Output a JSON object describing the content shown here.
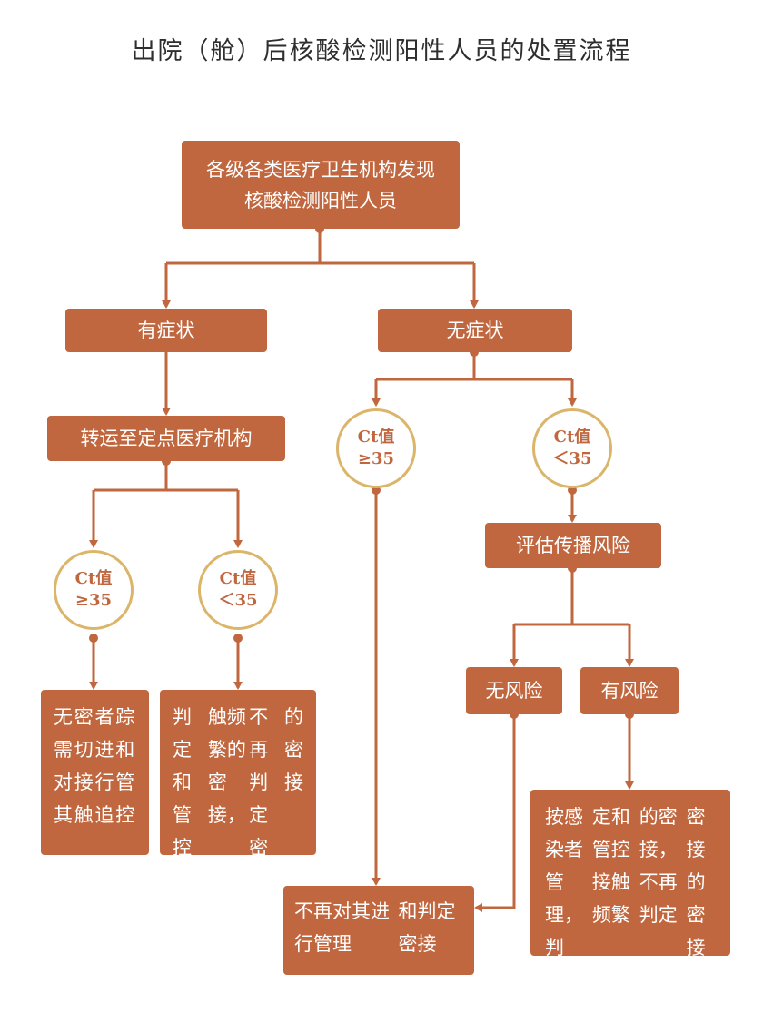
{
  "title": "出院（舱）后核酸检测阳性人员的处置流程",
  "nodes": {
    "root": [
      "各级各类医疗卫生机构发现",
      "核酸检测阳性人员"
    ],
    "symptomatic": "有症状",
    "asymptomatic": "无症状",
    "transfer": "转运至定点医疗机构",
    "ct_label": "Ct值",
    "ct_ge35": "≥35",
    "ct_lt35": "＜35",
    "left_ge35_result": [
      "无需对其",
      "密切接触",
      "者进行追",
      "踪和管控"
    ],
    "left_lt35_result": [
      "判定和管控接",
      "触频繁的密接，",
      "不再判定密接",
      "的密接"
    ],
    "assess_risk": "评估传播风险",
    "no_risk": "无风险",
    "has_risk": "有风险",
    "risk_result": [
      "按感染者管理，判",
      "定和管控接触频繁",
      "的密接，不再判定",
      "密接的密接"
    ],
    "no_manage_result": [
      "不再对其进行管理",
      "和判定密接"
    ]
  },
  "colors": {
    "box": "#c0673f",
    "line": "#c0673f",
    "circle_border": "#dbb66a"
  }
}
